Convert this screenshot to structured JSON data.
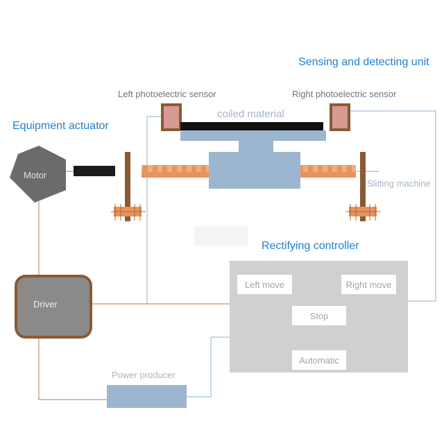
{
  "headings": {
    "sensing_unit": "Sensing and detecting unit",
    "equipment_actuator": "Equipment actuator",
    "rectifying_controller": "Rectifying controller"
  },
  "sensors": {
    "left": "Left photoelectric sensor",
    "right": "Right photoelectric sensor"
  },
  "material_label": "coiled material",
  "slitting_machine_label": "Slitting machine",
  "motor_label": "Motor",
  "driver_label": "Driver",
  "power_producer_label": "Power producer",
  "controller_buttons": {
    "left_move": "Left move",
    "right_move": "Right move",
    "stop": "Stop",
    "automatic": "Automatic"
  },
  "colors": {
    "heading": "#1f7fd1",
    "wire_blue": "#8fb1d1",
    "wire_brown": "#b8784a",
    "rack": "#e8935e",
    "frame": "#f7ecd9",
    "controller_panel": "#d0d0d0",
    "blue_block": "#9db6cf",
    "driver_fill": "#8a8a8a",
    "sensor_border": "#8a5a33",
    "sensor_fill": "#d69a92"
  }
}
